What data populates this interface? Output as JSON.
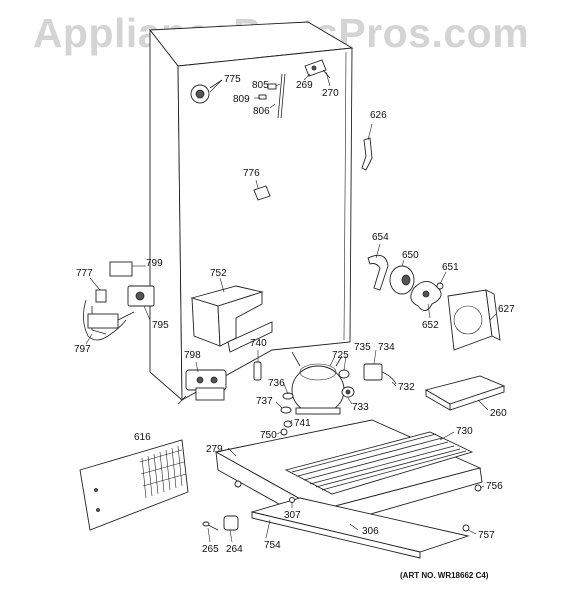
{
  "watermark": "AppliancePartsPros.com",
  "art_number": "(ART NO. WR18662 C4)",
  "labels": {
    "l775": "775",
    "l805": "805",
    "l809": "809",
    "l806": "806",
    "l269": "269",
    "l270": "270",
    "l626": "626",
    "l776": "776",
    "l654": "654",
    "l650": "650",
    "l651": "651",
    "l652": "652",
    "l627": "627",
    "l799": "799",
    "l777": "777",
    "l795": "795",
    "l797": "797",
    "l752": "752",
    "l740": "740",
    "l798": "798",
    "l725": "725",
    "l735": "735",
    "l734": "734",
    "l736": "736",
    "l732": "732",
    "l737": "737",
    "l741": "741",
    "l733": "733",
    "l260": "260",
    "l616": "616",
    "l750": "750",
    "l279": "279",
    "l730": "730",
    "l756": "756",
    "l307": "307",
    "l306": "306",
    "l265": "265",
    "l264": "264",
    "l754": "754",
    "l757": "757"
  }
}
